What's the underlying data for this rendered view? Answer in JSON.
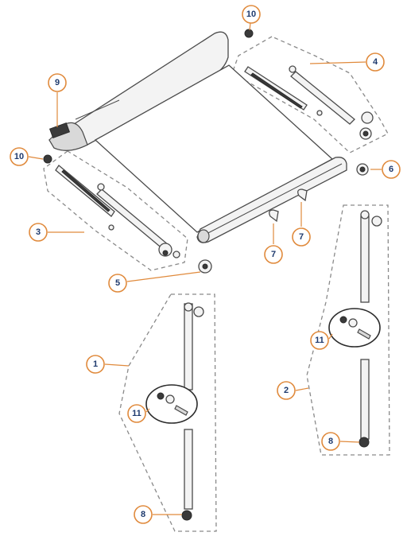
{
  "colors": {
    "callout_ring": "#e08a3c",
    "callout_text": "#1e3a6e",
    "part_outline": "#4a4a4a",
    "dashed_group": "#8a8a8a"
  },
  "callouts": [
    {
      "id": "c10a",
      "label": "10"
    },
    {
      "id": "c4",
      "label": "4"
    },
    {
      "id": "c9",
      "label": "9"
    },
    {
      "id": "c10b",
      "label": "10"
    },
    {
      "id": "c6",
      "label": "6"
    },
    {
      "id": "c3",
      "label": "3"
    },
    {
      "id": "c7a",
      "label": "7"
    },
    {
      "id": "c7b",
      "label": "7"
    },
    {
      "id": "c5",
      "label": "5"
    },
    {
      "id": "c11a",
      "label": "11"
    },
    {
      "id": "c1",
      "label": "1"
    },
    {
      "id": "c2",
      "label": "2"
    },
    {
      "id": "c11b",
      "label": "11"
    },
    {
      "id": "c8a",
      "label": "8"
    },
    {
      "id": "c8b",
      "label": "8"
    }
  ]
}
